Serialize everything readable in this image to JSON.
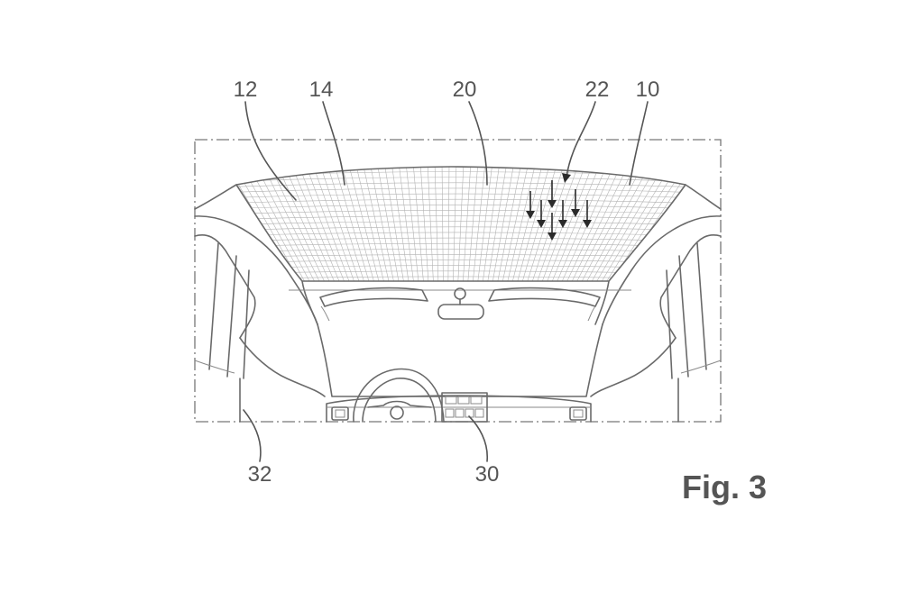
{
  "figure": {
    "caption": "Fig. 3",
    "references": {
      "r10": "10",
      "r12": "12",
      "r14": "14",
      "r20": "20",
      "r22": "22",
      "r30": "30",
      "r32": "32"
    }
  },
  "colors": {
    "ink": "#6a6a6a",
    "text": "#555555",
    "grid": "#b3b3b3",
    "arrows": "#2a2a2a"
  }
}
